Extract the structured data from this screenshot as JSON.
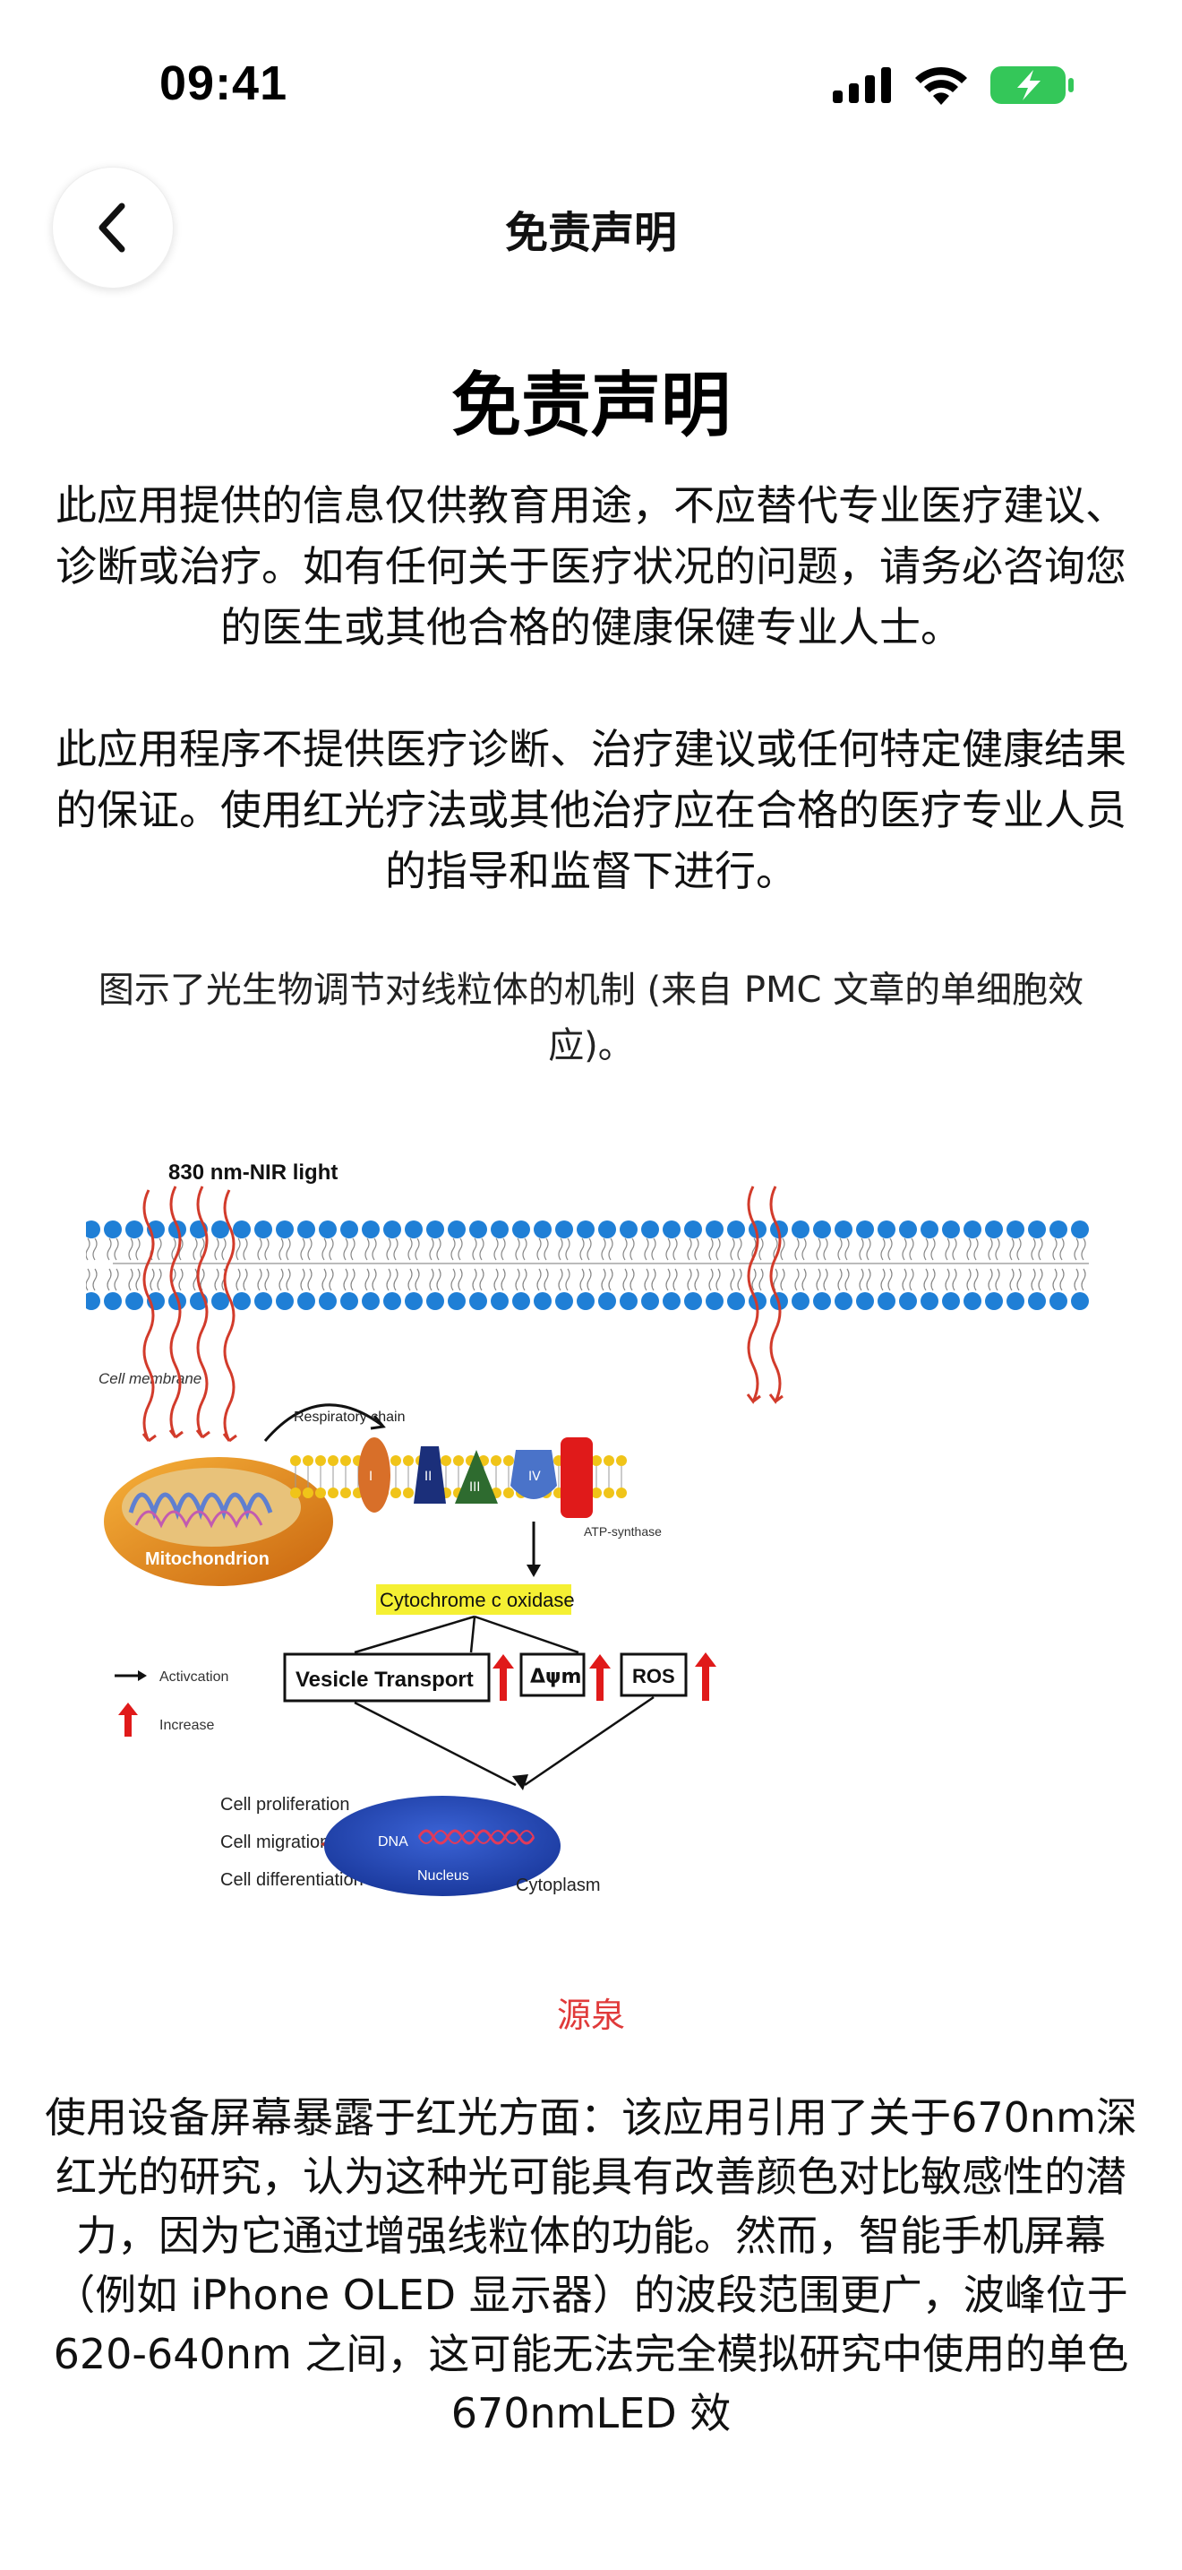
{
  "status": {
    "time": "09:41"
  },
  "nav": {
    "title": "免责声明"
  },
  "page": {
    "title": "免责声明",
    "para1": "此应用提供的信息仅供教育用途，不应替代专业医疗建议、诊断或治疗。如有任何关于医疗状况的问题，请务必咨询您的医生或其他合格的健康保健专业人士。",
    "para2": "此应用程序不提供医疗诊断、治疗建议或任何特定健康结果的保证。使用红光疗法或其他治疗应在合格的医疗专业人员的指导和监督下进行。",
    "caption": "图示了光生物调节对线粒体的机制 (来自 PMC 文章的单细胞效应)。",
    "source_label": "源泉",
    "para3": "使用设备屏幕暴露于红光方面：该应用引用了关于670nm深红光的研究，认为这种光可能具有改善颜色对比敏感性的潜力，因为它通过增强线粒体的功能。然而，智能手机屏幕（例如 iPhone OLED 显示器）的波段范围更广，波峰位于 620-640nm 之间，这可能无法完全模拟研究中使用的单色 670nmLED 效"
  },
  "figure": {
    "light_label": "830 nm-NIR light",
    "cell_membrane": "Cell membrane",
    "respiratory_chain": "Respiratory chain",
    "mitochondrion": "Mitochondrion",
    "complex_labels": [
      "I",
      "II",
      "III",
      "IV"
    ],
    "atp_synthase": "ATP-synthase",
    "cytochrome": "Cytochrome c oxidase",
    "vesicle": "Vesicle Transport",
    "delta_psi": "Δψm",
    "ros": "ROS",
    "legend_activation": "Activcation",
    "legend_increase": "Increase",
    "cell_proliferation": "Cell proliferation",
    "cell_migration": "Cell migration",
    "cell_differentiation": "Cell differentiation",
    "dna": "DNA",
    "nucleus": "Nucleus",
    "cytoplasm": "Cytoplasm"
  },
  "colors": {
    "link": "#e03a3a",
    "battery": "#34c759",
    "highlight": "#f5f033"
  }
}
